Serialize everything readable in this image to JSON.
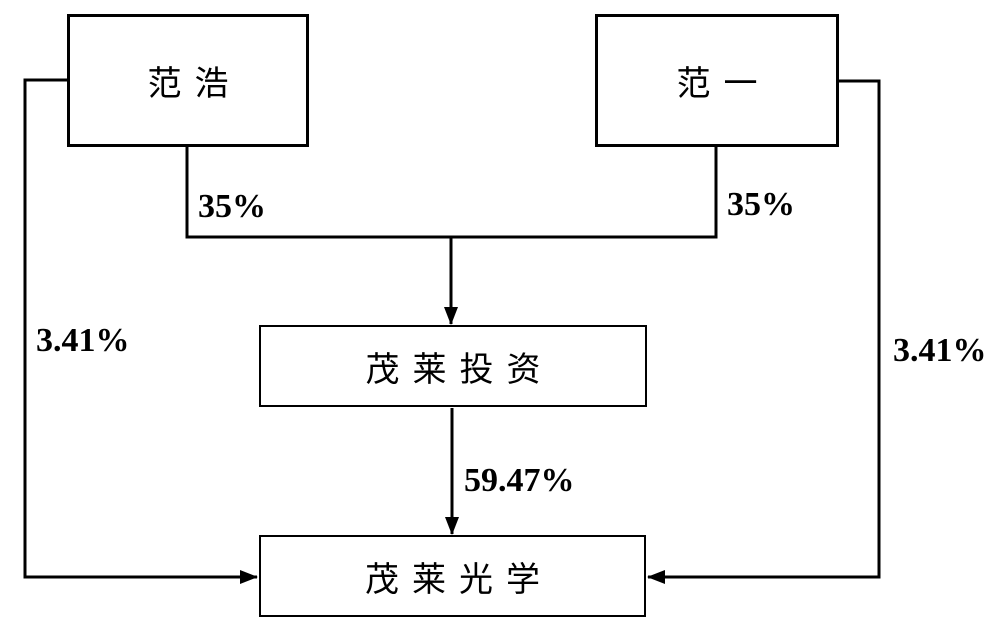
{
  "diagram": {
    "title": "equity-ownership-structure",
    "nodes": [
      {
        "id": "fan-hao",
        "label": "范浩"
      },
      {
        "id": "fan-yi",
        "label": "范一"
      },
      {
        "id": "maolai-investment",
        "label": "茂莱投资"
      },
      {
        "id": "maolai-optics",
        "label": "茂莱光学"
      }
    ],
    "edges": [
      {
        "from": "fan-hao",
        "to": "maolai-investment",
        "label": "35%"
      },
      {
        "from": "fan-yi",
        "to": "maolai-investment",
        "label": "35%"
      },
      {
        "from": "fan-hao",
        "to": "maolai-optics",
        "label": "3.41%"
      },
      {
        "from": "fan-yi",
        "to": "maolai-optics",
        "label": "3.41%"
      },
      {
        "from": "maolai-investment",
        "to": "maolai-optics",
        "label": "59.47%"
      }
    ],
    "colors": {
      "line": "#000000",
      "box_fill": "#ffffff",
      "text": "#000000",
      "background": "#ffffff"
    }
  }
}
